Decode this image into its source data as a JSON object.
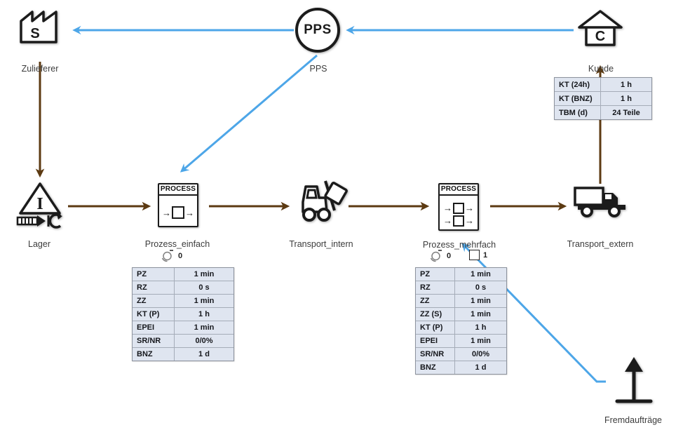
{
  "colors": {
    "information_flow_blue": "#4da6e8",
    "material_flow_brown": "#5c3a12",
    "table_fill": "#dfe5f0",
    "table_border": "#a5acb8",
    "shape_stroke": "#1b1b1b"
  },
  "icons": {
    "flow_arrow": "→",
    "factory_icon": "factory",
    "house_icon": "house",
    "inventory_triangle_icon": "inventory-triangle",
    "forklift_icon": "forklift",
    "truck_icon": "truck",
    "external_order_arrow_icon": "up-arrow-on-base",
    "operator_icon": "operator-circle",
    "machine_icon": "machine-square"
  },
  "nodes": {
    "zulieferer": {
      "label": "Zulieferer",
      "letter": "S"
    },
    "pps": {
      "label": "PPS",
      "circle_text": "PPS"
    },
    "kunde": {
      "label": "Kunde",
      "letter": "C"
    },
    "lager": {
      "label": "Lager",
      "letter": "I"
    },
    "prozess_einfach": {
      "label": "Prozess_einfach",
      "box_title": "PROCESS",
      "operator_count": "0"
    },
    "transport_intern": {
      "label": "Transport_intern"
    },
    "prozess_mehrfach": {
      "label": "Prozess_mehrfach",
      "box_title": "PROCESS",
      "operator_count": "0",
      "machine_count": "1"
    },
    "transport_extern": {
      "label": "Transport_extern"
    },
    "fremdauftraege": {
      "label": "Fremdaufträge"
    }
  },
  "tables": {
    "kunde": [
      [
        "KT (24h)",
        "1 h"
      ],
      [
        "KT (BNZ)",
        "1 h"
      ],
      [
        "TBM (d)",
        "24 Teile"
      ]
    ],
    "prozess_einfach": [
      [
        "PZ",
        "1 min"
      ],
      [
        "RZ",
        "0 s"
      ],
      [
        "ZZ",
        "1 min"
      ],
      [
        "KT (P)",
        "1 h"
      ],
      [
        "EPEI",
        "1 min"
      ],
      [
        "SR/NR",
        "0/0%"
      ],
      [
        "BNZ",
        "1 d"
      ]
    ],
    "prozess_mehrfach": [
      [
        "PZ",
        "1 min"
      ],
      [
        "RZ",
        "0 s"
      ],
      [
        "ZZ",
        "1 min"
      ],
      [
        "ZZ (S)",
        "1 min"
      ],
      [
        "KT (P)",
        "1 h"
      ],
      [
        "EPEI",
        "1 min"
      ],
      [
        "SR/NR",
        "0/0%"
      ],
      [
        "BNZ",
        "1 d"
      ]
    ]
  }
}
